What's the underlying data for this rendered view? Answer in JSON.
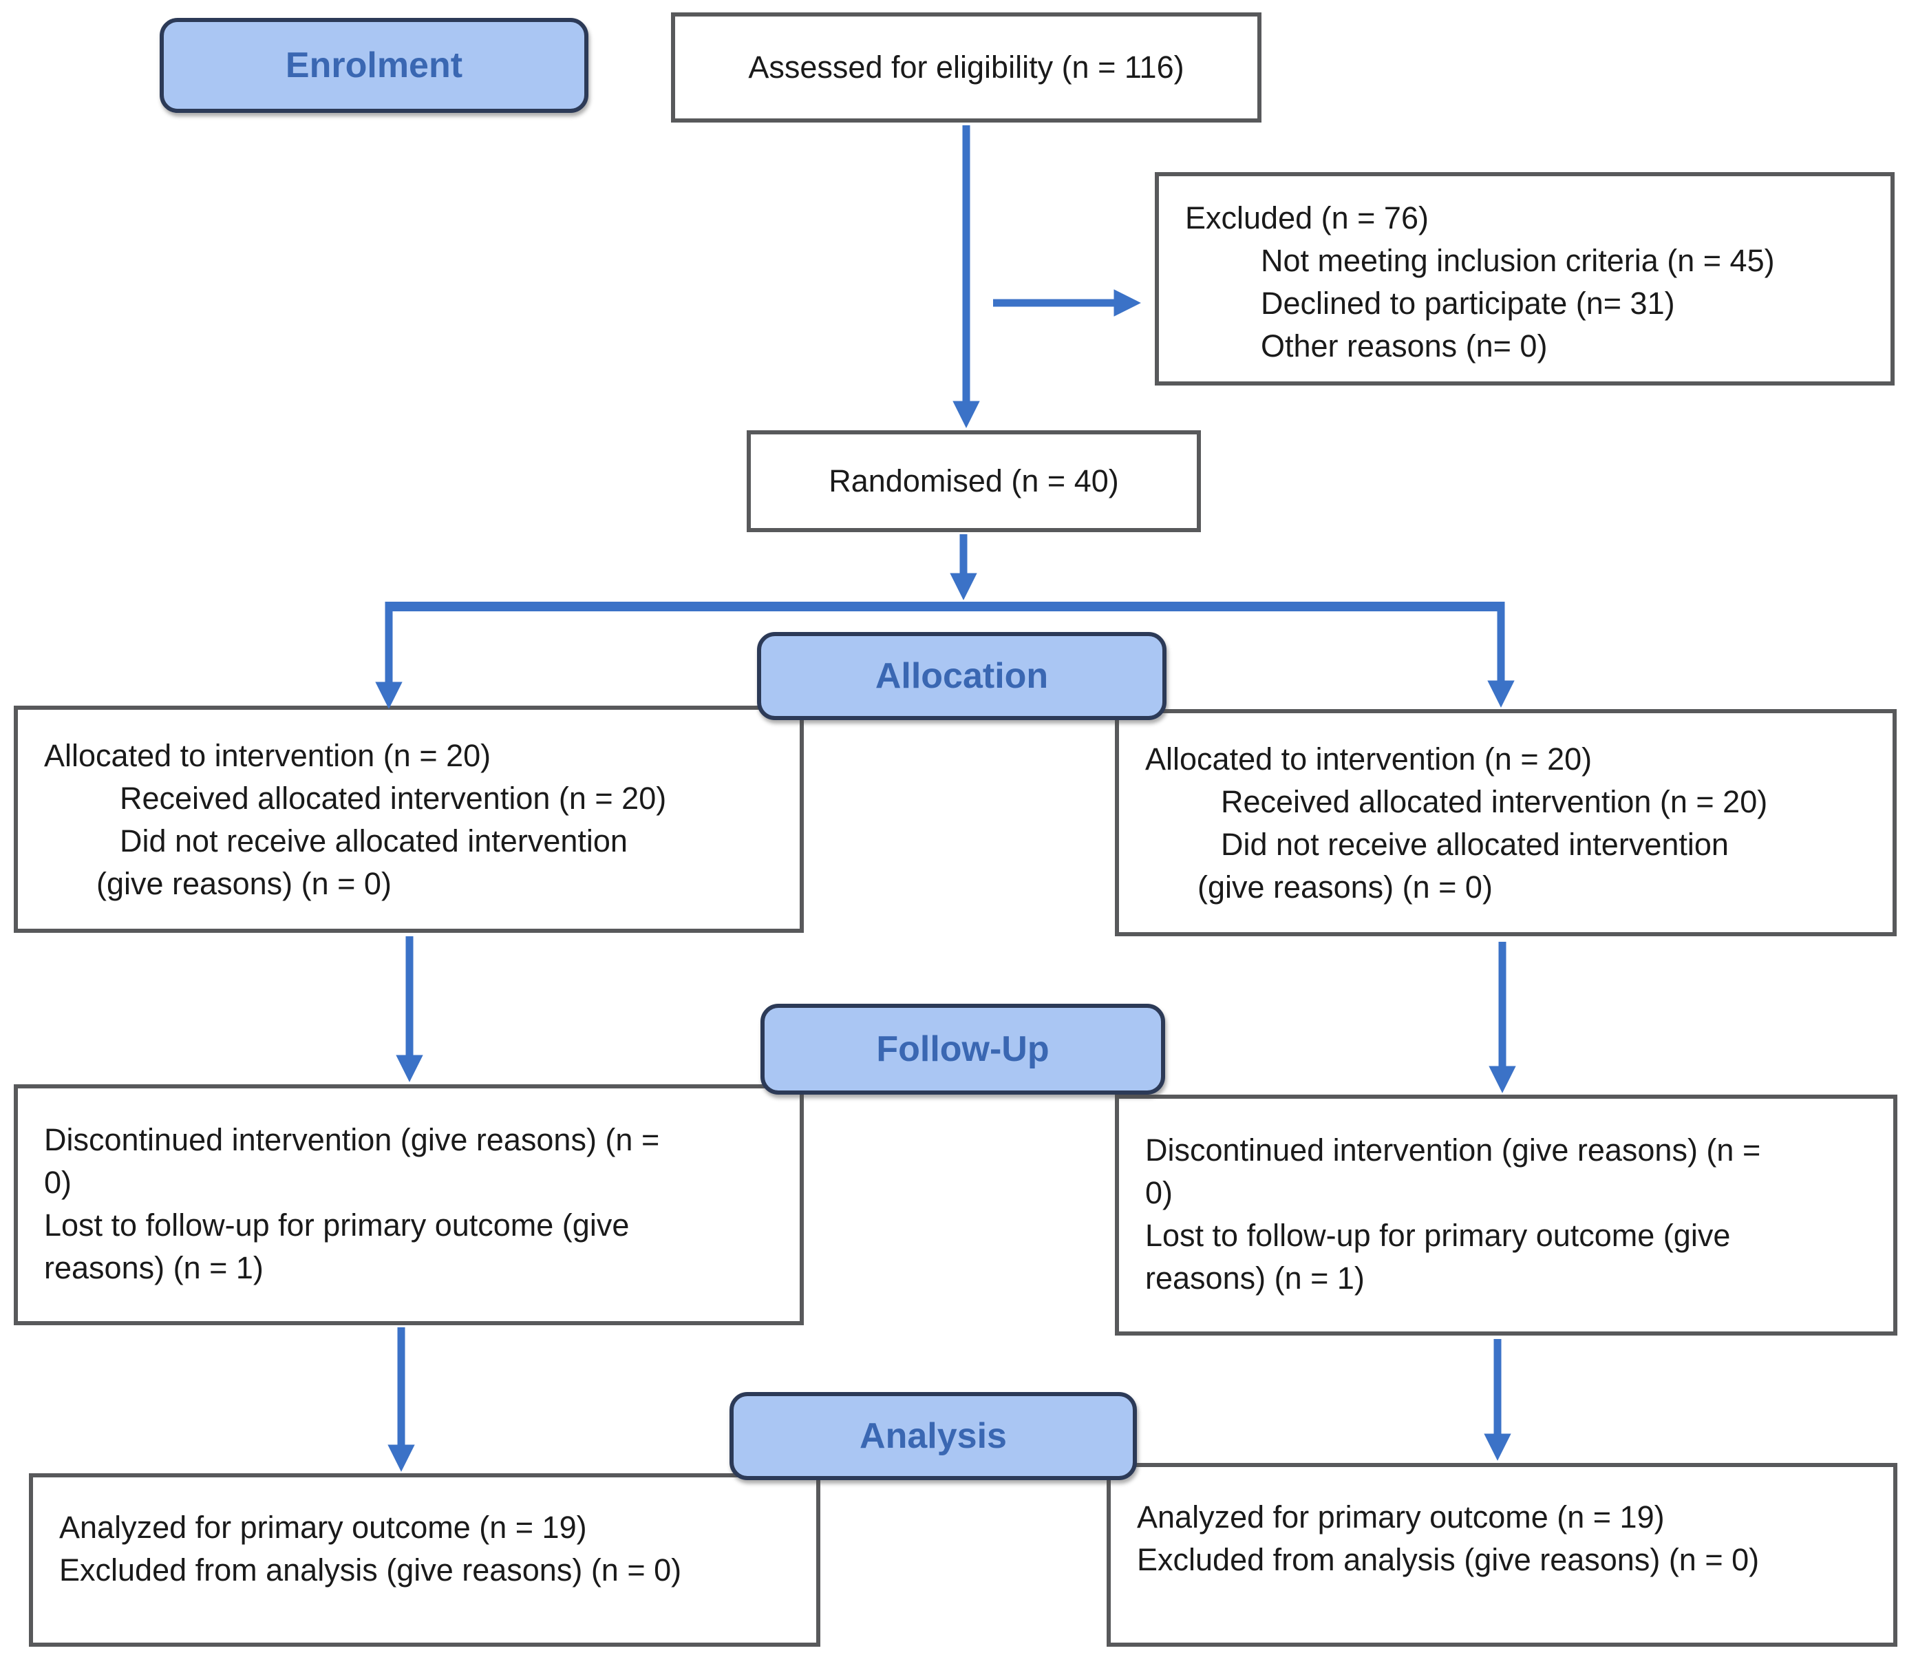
{
  "colors": {
    "accent_blue": "#3b72c7",
    "stage_fill": "#aac6f3",
    "stage_border": "#2c3a57",
    "stage_text": "#3a67b2",
    "box_border": "#58595b",
    "body_text": "#1a1a1a"
  },
  "stages": {
    "enrolment": "Enrolment",
    "allocation": "Allocation",
    "followup": "Follow-Up",
    "analysis": "Analysis"
  },
  "boxes": {
    "assessed": {
      "text": "Assessed for eligibility (n = 116)"
    },
    "excluded": {
      "title": "Excluded (n = 76)",
      "items": [
        "Not meeting inclusion criteria (n = 45)",
        "Declined to participate (n= 31)",
        "Other reasons (n= 0)"
      ]
    },
    "randomised": {
      "text": "Randomised (n = 40)"
    },
    "allocation_left": {
      "lines": [
        "Allocated to intervention (n = 20)",
        "Received allocated intervention (n = 20)",
        "Did not receive allocated intervention",
        "(give reasons) (n = 0)"
      ]
    },
    "allocation_right": {
      "lines": [
        "Allocated to intervention (n = 20)",
        "Received allocated intervention (n = 20)",
        "Did not receive allocated intervention",
        "(give reasons) (n = 0)"
      ]
    },
    "followup_left": {
      "lines": [
        "Discontinued intervention (give reasons) (n =",
        "0)",
        "Lost to follow-up for primary outcome (give",
        "reasons) (n = 1)"
      ]
    },
    "followup_right": {
      "lines": [
        "Discontinued intervention (give reasons) (n =",
        "0)",
        "Lost to follow-up for primary outcome (give",
        "reasons) (n = 1)"
      ]
    },
    "analysis_left": {
      "lines": [
        "Analyzed for primary outcome (n = 19)",
        "Excluded from analysis (give reasons) (n = 0)"
      ]
    },
    "analysis_right": {
      "lines": [
        "Analyzed for primary outcome (n = 19)",
        "Excluded from analysis (give reasons) (n = 0)"
      ]
    }
  }
}
